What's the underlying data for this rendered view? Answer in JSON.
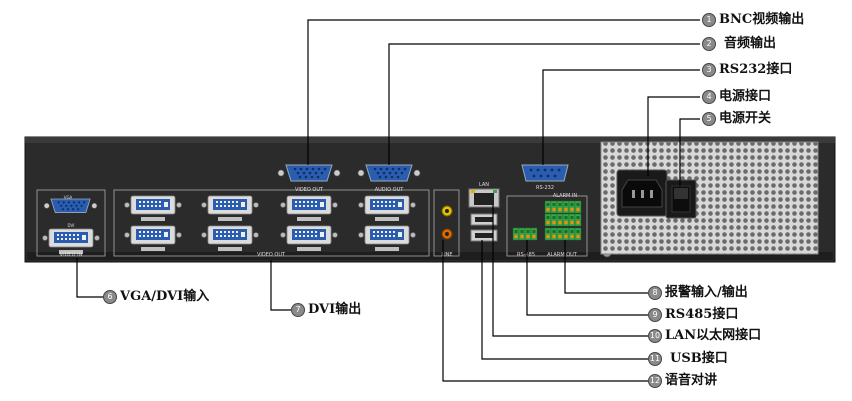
{
  "panel_text": {
    "video_out": "VIDEO OUT",
    "audio_out": "AUDIO OUT",
    "rs232": "RS-232",
    "lan": "LAN",
    "alarm_in": "ALARM IN",
    "alarm_out": "ALARM OUT",
    "rs485": "RS-485",
    "video_in": "VIDEO IN",
    "vga": "VGA",
    "dvi_in": "DVI",
    "line": "LINE"
  },
  "callouts": [
    {
      "num": "1",
      "text": "BNC视频输出"
    },
    {
      "num": "2",
      "text": "音频输出"
    },
    {
      "num": "3",
      "text": "RS232接口"
    },
    {
      "num": "4",
      "text": "电源接口"
    },
    {
      "num": "5",
      "text": "电源开关"
    },
    {
      "num": "6",
      "text": "VGA/DVI输入"
    },
    {
      "num": "7",
      "text": "DVI输出"
    },
    {
      "num": "8",
      "text": "报警输入/输出"
    },
    {
      "num": "9",
      "text": "RS485接口"
    },
    {
      "num": "10",
      "text": "LAN以太网接口"
    },
    {
      "num": "11",
      "text": "USB接口"
    },
    {
      "num": "12",
      "text": "语音对讲"
    }
  ],
  "colors": {
    "chassis": "#2b2b2b",
    "port_blue": "#2a5cb0",
    "terminal_green": "#3aa64a",
    "leader": "#000000"
  }
}
